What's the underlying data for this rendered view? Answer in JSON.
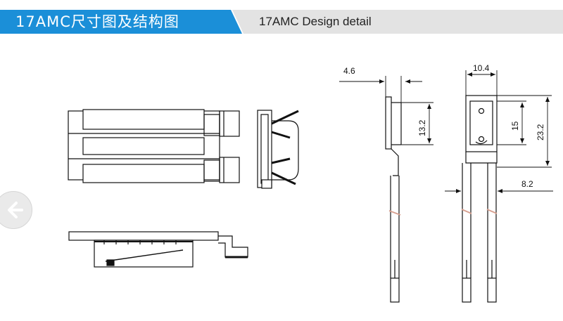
{
  "header": {
    "title_cn": "17AMC尺寸图及结构图",
    "title_en": "17AMC Design detail",
    "accent_color": "#1b8fd8",
    "secondary_color": "#e3e3e3"
  },
  "dimensions": {
    "d1": "4.6",
    "d2": "10.4",
    "d3": "13.2",
    "d4": "15",
    "d5": "23.2",
    "d6": "8.2"
  },
  "nav": {
    "prev_icon": "arrow-left-icon"
  }
}
